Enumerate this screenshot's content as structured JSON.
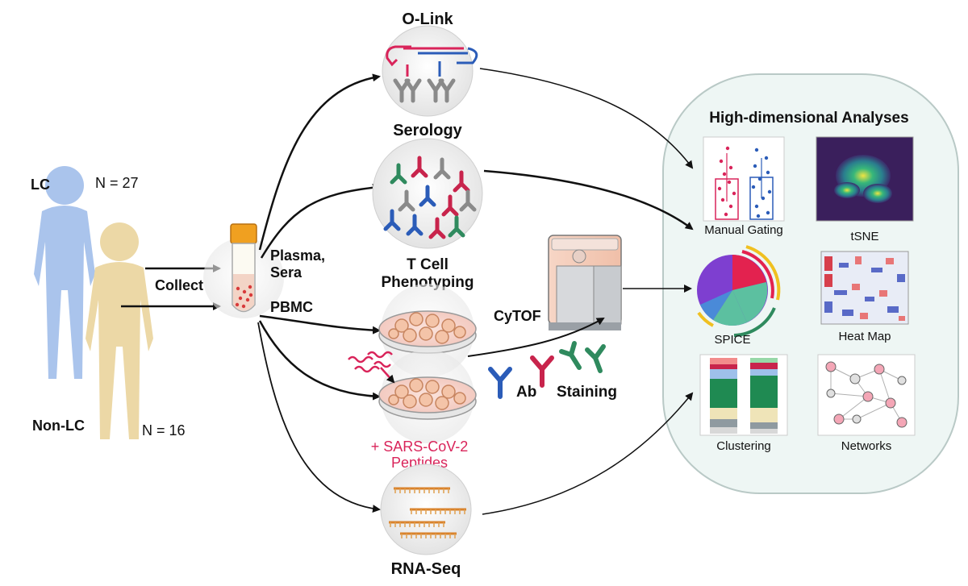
{
  "cohorts": {
    "lc_label": "LC",
    "lc_count": "N = 27",
    "nonlc_label": "Non-LC",
    "nonlc_count": "N = 16",
    "collect_label": "Collect"
  },
  "samples": {
    "plasma_line1": "Plasma,",
    "plasma_line2": "Sera",
    "pbmc_label": "PBMC"
  },
  "assays": {
    "olink_title": "O-Link",
    "serology_title": "Serology",
    "tcell_line1": "T Cell",
    "tcell_line2": "Phenotyping",
    "peptides_line1": "+ SARS-CoV-2",
    "peptides_line2": "Peptides",
    "rnaseq_title": "RNA-Seq",
    "cytof_label": "CyTOF",
    "ab_label": "Ab",
    "staining_label": "Staining"
  },
  "analyses": {
    "title": "High-dimensional Analyses",
    "panel_labels": [
      "Manual Gating",
      "tSNE",
      "SPICE",
      "Heat Map",
      "Clustering",
      "Networks"
    ]
  },
  "colors": {
    "lc_figure": "#aac4ec",
    "nonlc_figure": "#ecd8a6",
    "analysis_bg": "#eef6f4",
    "peptide_red": "#d9245a",
    "antibody_blue": "#2b5cb8",
    "antibody_green": "#2f8a5e",
    "antibody_red": "#c8244c",
    "tube_orange": "#f0a020"
  }
}
